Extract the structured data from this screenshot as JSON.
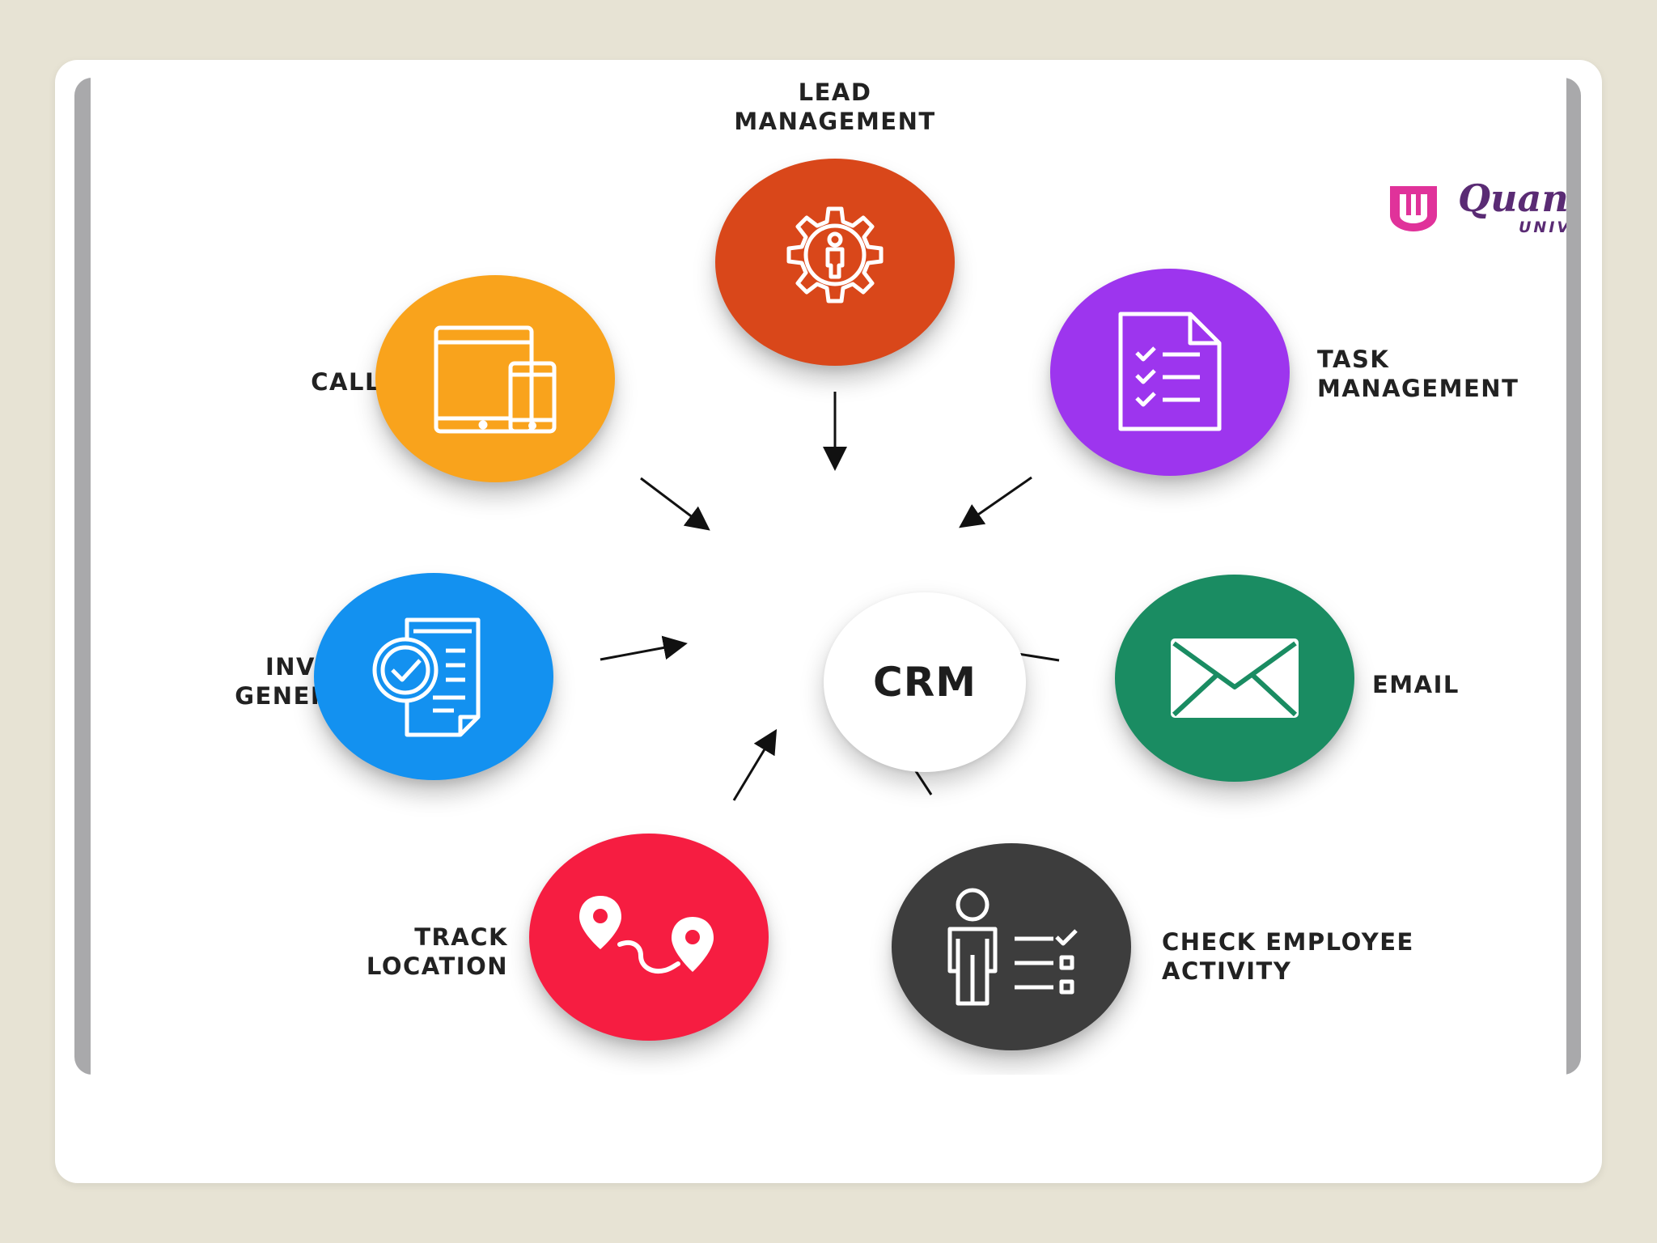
{
  "diagram": {
    "center_label": "CRM",
    "nodes": [
      {
        "id": "lead",
        "label": "LEAD\nMANAGEMENT",
        "color": "#d9471a",
        "icon": "gear-person-icon"
      },
      {
        "id": "task",
        "label": "TASK\nMANAGEMENT",
        "color": "#9d35ee",
        "icon": "checklist-document-icon"
      },
      {
        "id": "email",
        "label": "EMAIL",
        "color": "#1a8c62",
        "icon": "envelope-icon"
      },
      {
        "id": "activity",
        "label": "CHECK EMPLOYEE\nACTIVITY",
        "color": "#3d3d3d",
        "icon": "person-checklist-icon"
      },
      {
        "id": "track",
        "label": "TRACK\nLOCATION",
        "color": "#f61d41",
        "icon": "location-route-icon"
      },
      {
        "id": "invoice",
        "label": "INVOICE\nGENERATE",
        "color": "#1391f0",
        "icon": "invoice-check-icon"
      },
      {
        "id": "call",
        "label": "CALL APP",
        "color": "#f9a31c",
        "icon": "tablet-phone-icon"
      }
    ],
    "edges": [
      {
        "from": "lead",
        "to": "crm"
      },
      {
        "from": "task",
        "to": "crm"
      },
      {
        "from": "email",
        "to": "crm"
      },
      {
        "from": "activity",
        "to": "crm"
      },
      {
        "from": "track",
        "to": "crm"
      },
      {
        "from": "invoice",
        "to": "crm"
      },
      {
        "from": "call",
        "to": "crm"
      }
    ]
  },
  "logo": {
    "name": "Quantum",
    "subtitle": "UNIVERSITY",
    "mark_icon": "quantum-shield-icon",
    "mark_color": "#e0329a",
    "text_color": "#5a2b74"
  }
}
